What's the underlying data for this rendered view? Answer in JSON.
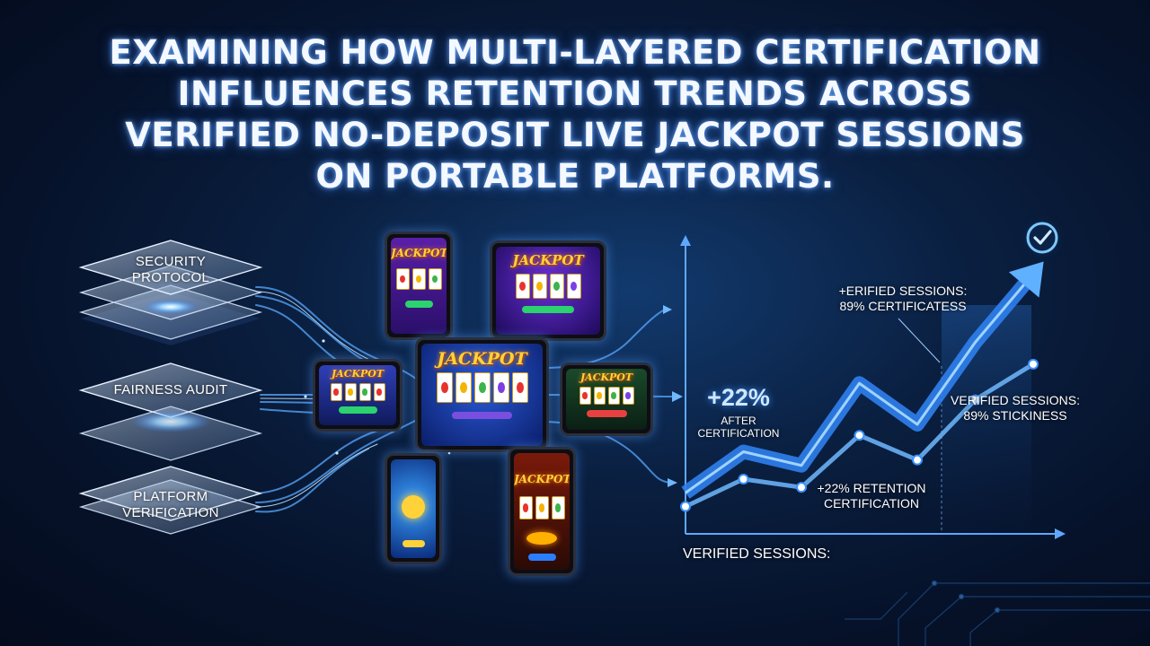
{
  "title_lines": [
    "EXAMINING HOW MULTI-LAYERED CERTIFICATION",
    "INFLUENCES RETENTION TRENDS ACROSS",
    "VERIFIED NO-DEPOSIT LIVE JACKPOT SESSIONS",
    "ON PORTABLE PLATFORMS."
  ],
  "layers": [
    "SECURITY\nPROTOCOL",
    "FAIRNESS AUDIT",
    "PLATFORM\nVERIFICATION"
  ],
  "devices": {
    "jackpot_word": "JACKPOT"
  },
  "chart": {
    "annotation_top": "+ERIFIED SESSIONS:\n89% CERTIFICATESS",
    "big_pct": "+22%",
    "after_label": "AFTER\nCERTIFICATION",
    "right_label": "VERIFIED SESSIONS:\n89% STICKINESS",
    "bottom_label": "+22% RETENTION\nCERTIFICATION",
    "axis_label": "VERIFIED SESSIONS:"
  },
  "chart_data": {
    "type": "line",
    "title": "",
    "xlabel": "VERIFIED SESSIONS:",
    "ylabel": "",
    "series": [
      {
        "values": [
          0.15,
          0.3,
          0.25,
          0.55,
          0.4,
          0.7,
          0.95
        ]
      },
      {
        "values": [
          0.1,
          0.2,
          0.17,
          0.36,
          0.27,
          0.49,
          0.62
        ]
      }
    ]
  },
  "colors": {
    "accent": "#4aa3ff",
    "glow": "#8fd0ff",
    "background": "#06122a"
  },
  "icons": [
    "check-circle-icon",
    "arrow-up-icon"
  ]
}
